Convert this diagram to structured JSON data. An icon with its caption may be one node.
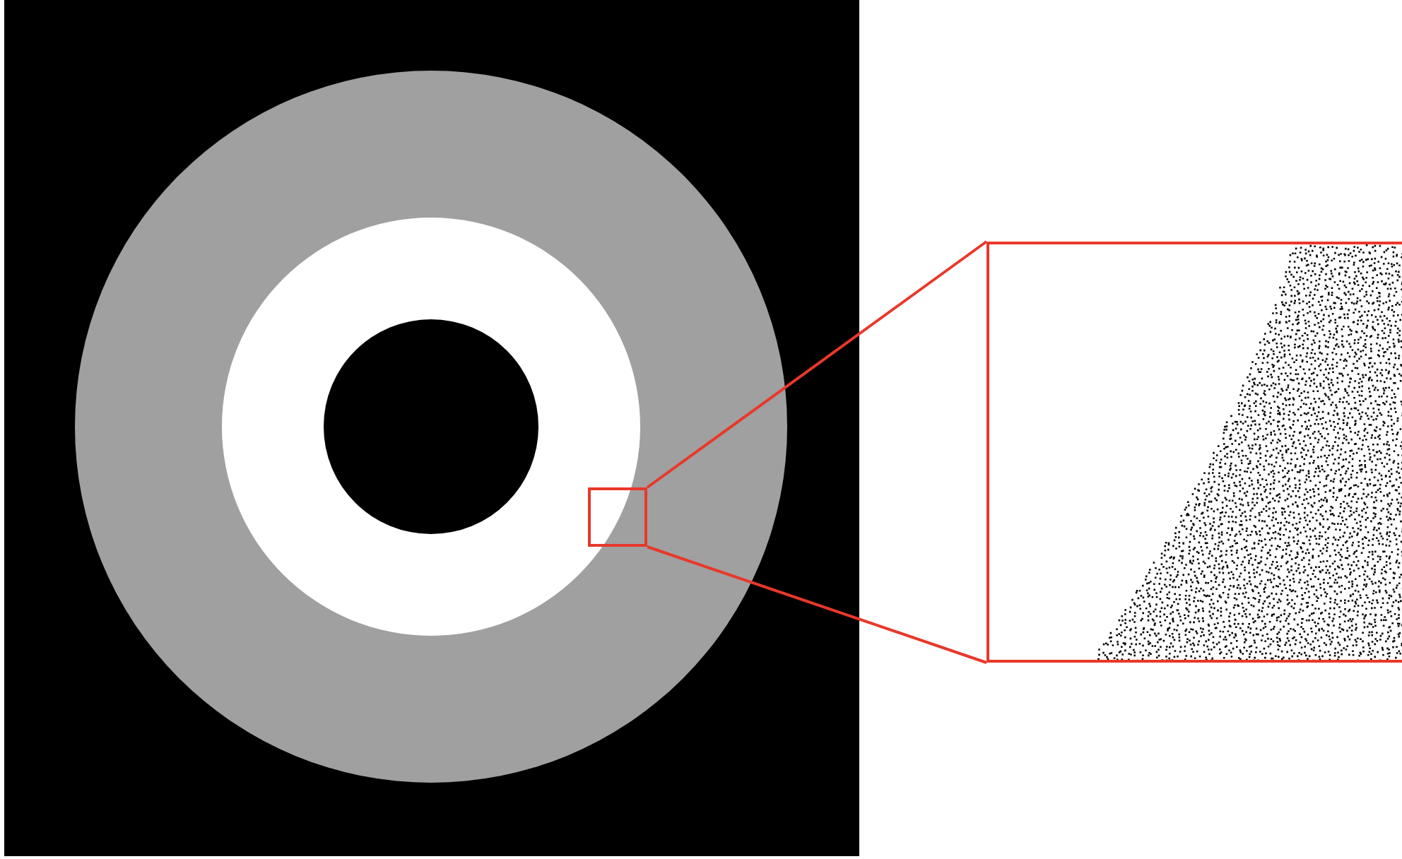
{
  "diagram": {
    "nodes": [
      {
        "text": [],
        "shape": "box"
      },
      {
        "text": [],
        "shape": "picture"
      }
    ],
    "edges": [
      {
        "from": 0,
        "to": 1,
        "arrow": "none"
      },
      {
        "from": 0,
        "to": 1,
        "arrow": "none"
      }
    ]
  }
}
